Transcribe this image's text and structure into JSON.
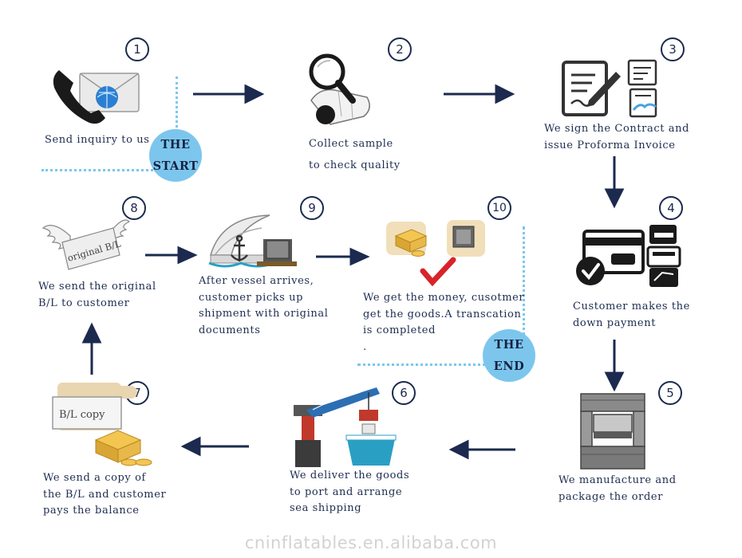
{
  "colors": {
    "navy": "#1b2a4e",
    "badge_blue": "#7cc6ee",
    "check_red": "#d8232a",
    "gold": "#e8b84a"
  },
  "start_badge": {
    "line1": "THE",
    "line2": "START"
  },
  "end_badge": {
    "line1": "THE",
    "line2": "END"
  },
  "steps": [
    {
      "number": "1",
      "caption": "Send inquiry to us",
      "icon": "phone-envelope-icon"
    },
    {
      "number": "2",
      "caption": "Collect sample\nto check quality",
      "icon": "magnifier-sample-icon"
    },
    {
      "number": "3",
      "caption": "We sign the Contract and\nissue Proforma Invoice",
      "icon": "contract-sign-icon"
    },
    {
      "number": "4",
      "caption": "Customer makes the\ndown payment",
      "icon": "payment-card-icon"
    },
    {
      "number": "5",
      "caption": "We manufacture and\npackage the order",
      "icon": "press-machine-icon"
    },
    {
      "number": "6",
      "caption": "We deliver the goods\nto port and arrange\nsea shipping",
      "icon": "crane-ship-icon"
    },
    {
      "number": "7",
      "caption": "We send a copy of\nthe B/L and customer\npays the balance",
      "icon": "bl-copy-money-icon"
    },
    {
      "number": "8",
      "caption": "We send the original\nB/L to customer",
      "icon": "winged-bl-icon"
    },
    {
      "number": "9",
      "caption": "After vessel arrives,\ncustomer picks up\nshipment with original\ndocuments",
      "icon": "vessel-pickup-icon"
    },
    {
      "number": "10",
      "caption": "We get the money, cusotmer\nget the goods.A transcation\nis completed\n.",
      "icon": "deal-complete-icon"
    }
  ],
  "labels": {
    "bl_copy": "B/L copy",
    "bl_original": "original B/L"
  },
  "watermark": "cninflatables.en.alibaba.com"
}
